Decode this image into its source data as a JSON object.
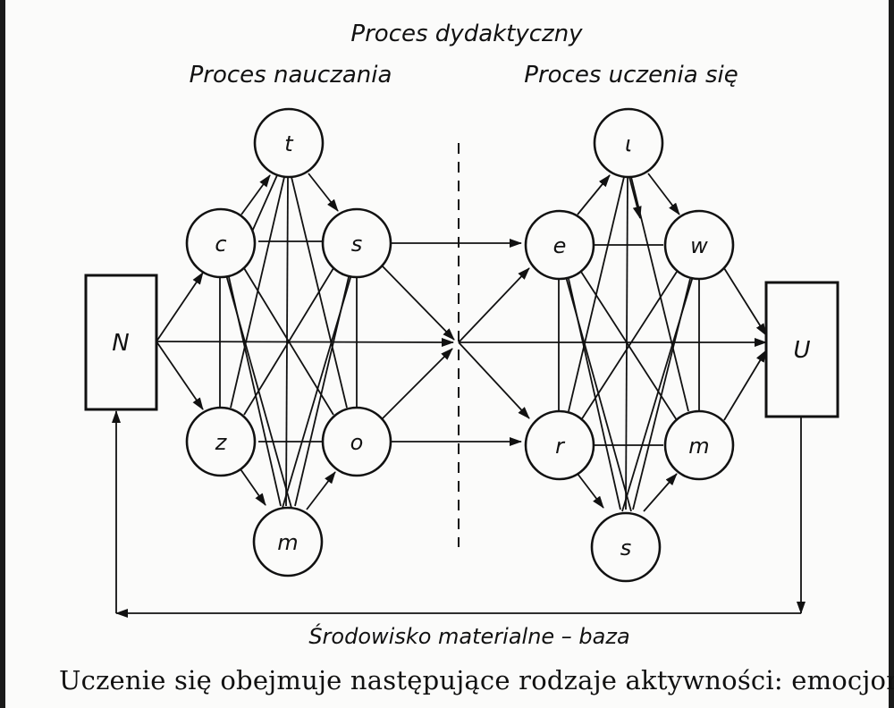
{
  "diagram": {
    "title": "Proces dydaktyczny",
    "left_heading": "Proces nauczania",
    "right_heading": "Proces uczenia się",
    "left_box": "N",
    "right_box": "U",
    "left_nodes": {
      "t": "t",
      "c": "c",
      "s": "s",
      "z": "z",
      "o": "o",
      "m": "m"
    },
    "right_nodes": {
      "i": "ι",
      "e": "e",
      "w": "w",
      "r": "r",
      "m": "m",
      "s": "s"
    },
    "feedback_label": "Środowisko materialne – baza"
  },
  "caption": "Uczenie się obejmuje następujące rodzaje aktywności: emocjonalne"
}
